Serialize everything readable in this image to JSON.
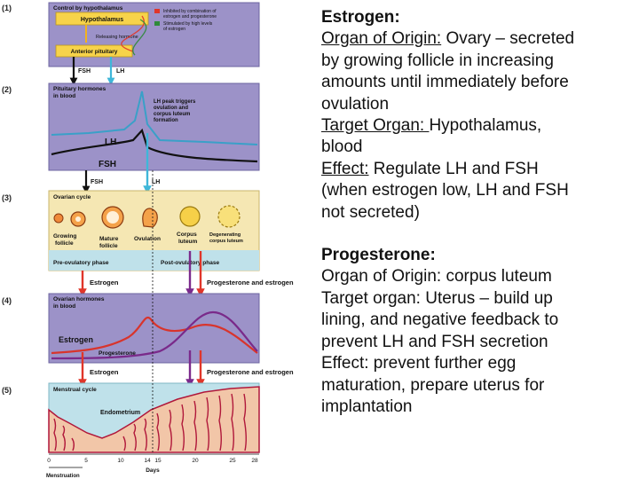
{
  "diagram": {
    "panels": {
      "p1": {
        "num": "(1)",
        "title": "Control by hypothalamus",
        "hypothalamus": "Hypothalamus",
        "releasing": "Releasing hormone",
        "anterior": "Anterior pituitary",
        "legend_inhibit": [
          "Inhibited by combination of",
          "estrogen and progesterone"
        ],
        "legend_stim": [
          "Stimulated by high levels",
          "of estrogen"
        ]
      },
      "p2": {
        "num": "(2)",
        "title": [
          "Pituitary hormones",
          "in blood"
        ],
        "peak": [
          "LH peak triggers",
          "ovulation and",
          "corpus luteum",
          "formation"
        ],
        "lh": "LH",
        "fsh": "FSH"
      },
      "p3": {
        "num": "(3)",
        "title": "Ovarian cycle",
        "stages": [
          [
            "Growing",
            "follicle"
          ],
          [
            "Mature",
            "follicle"
          ],
          [
            "Ovulation"
          ],
          [
            "Corpus",
            "luteum"
          ],
          [
            "Degenerating",
            "corpus luteum"
          ]
        ],
        "pre": "Pre-ovulatory phase",
        "post": "Post-ovulatory phase"
      },
      "p4": {
        "num": "(4)",
        "title": [
          "Ovarian hormones",
          "in blood"
        ],
        "estrogen": "Estrogen",
        "progesterone": "Progesterone"
      },
      "p5": {
        "num": "(5)",
        "title": "Menstrual cycle",
        "endometrium": "Endometrium"
      }
    },
    "between": {
      "fsh": "FSH",
      "lh": "LH",
      "fsh2": "FSH",
      "lh2": "LH",
      "estrogen": "Estrogen",
      "prog_estrogen": "Progesterone and estrogen",
      "estrogen2": "Estrogen",
      "prog_estrogen2": "Progesterone and estrogen"
    },
    "axis": {
      "ticks": [
        "0",
        "5",
        "10",
        "14",
        "15",
        "20",
        "25",
        "28"
      ],
      "days": "Days",
      "menstruation": "Menstruation"
    },
    "colors": {
      "panel": "#9c92c8",
      "panel_light": "#bfe1ea",
      "panel_tan": "#f5e7b3",
      "lh": "#3aa0c8",
      "fsh": "#111111",
      "estrogen": "#d8342c",
      "progesterone": "#7a2a8a",
      "arrow_red": "#e0362a",
      "arrow_cyan": "#3fb7d9",
      "arrow_purple": "#7b2a8c",
      "endometrium": "#b0173a"
    }
  },
  "text": {
    "estrogen_title": "Estrogen:",
    "estrogen_origin_label": "Organ of Origin:",
    "estrogen_origin_lines": [
      " Ovary – secreted",
      "by growing follicle in increasing",
      "amounts until immediately before",
      "ovulation"
    ],
    "estrogen_target_label": "Target Organ: ",
    "estrogen_target_lines": [
      "Hypothalamus,",
      "blood"
    ],
    "estrogen_effect_label": "Effect:",
    "estrogen_effect_lines": [
      " Regulate LH and FSH",
      "(when estrogen low, LH and FSH",
      "not secreted)"
    ],
    "progesterone_title": "Progesterone:",
    "progesterone_lines": [
      "Organ of Origin: corpus luteum",
      "Target organ: Uterus – build up",
      "lining, and negative feedback to",
      "prevent LH and FSH secretion",
      "Effect: prevent further egg",
      "maturation, prepare uterus for",
      "implantation"
    ]
  }
}
